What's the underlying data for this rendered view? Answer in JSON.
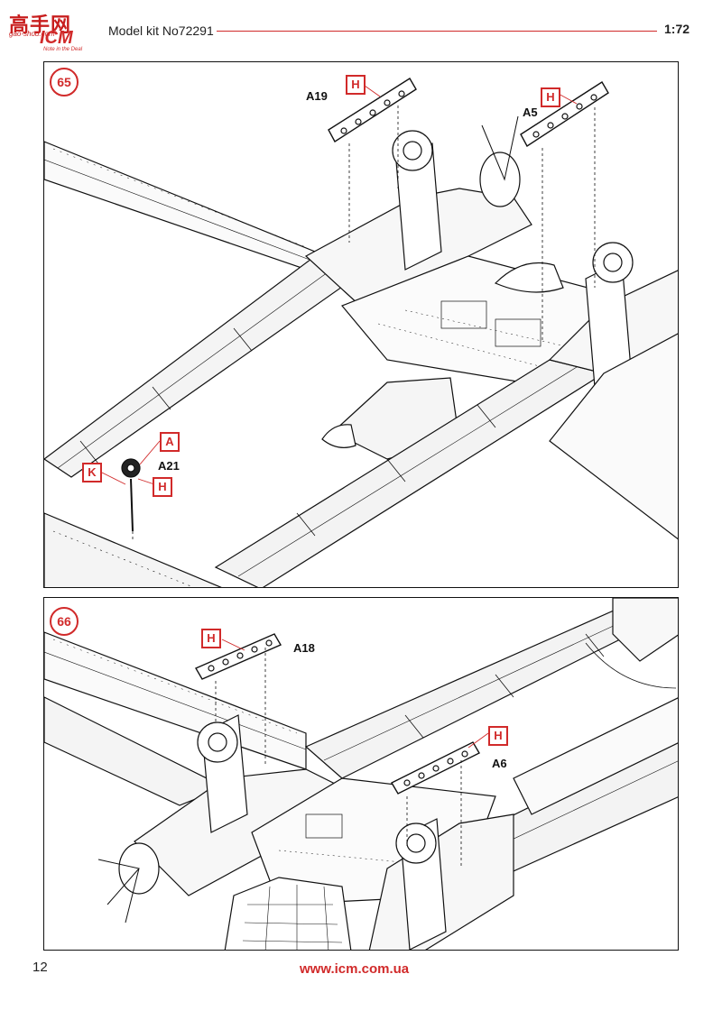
{
  "header": {
    "watermark": "高手网",
    "watermark_sub": "gao-shou.com",
    "logo_text": "ICM",
    "logo_tagline": "Note in the Deal",
    "kit_label": "Model kit No72291",
    "scale": "1:72"
  },
  "steps": [
    {
      "number": "65",
      "parts": [
        {
          "label": "A19",
          "ref": "H"
        },
        {
          "label": "A5",
          "ref": "H"
        },
        {
          "label": "A21",
          "refs": [
            "A",
            "K",
            "H"
          ]
        }
      ]
    },
    {
      "number": "66",
      "parts": [
        {
          "label": "A18",
          "ref": "H"
        },
        {
          "label": "A6",
          "ref": "H"
        }
      ]
    }
  ],
  "footer": {
    "page_number": "12",
    "url": "www.icm.com.ua"
  },
  "colors": {
    "accent": "#d12a2a",
    "line": "#111111"
  }
}
